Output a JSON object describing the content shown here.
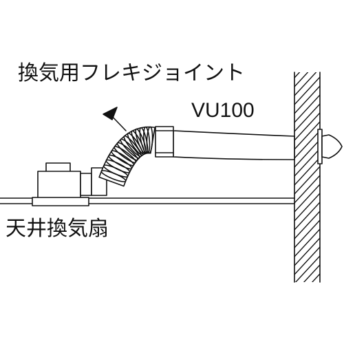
{
  "labels": {
    "product_name": "換気用フレキジョイント",
    "model": "VU100",
    "fan": "天井換気扇"
  },
  "colors": {
    "line": "#111111",
    "fill": "#ffffff",
    "hatch": "#111111"
  }
}
